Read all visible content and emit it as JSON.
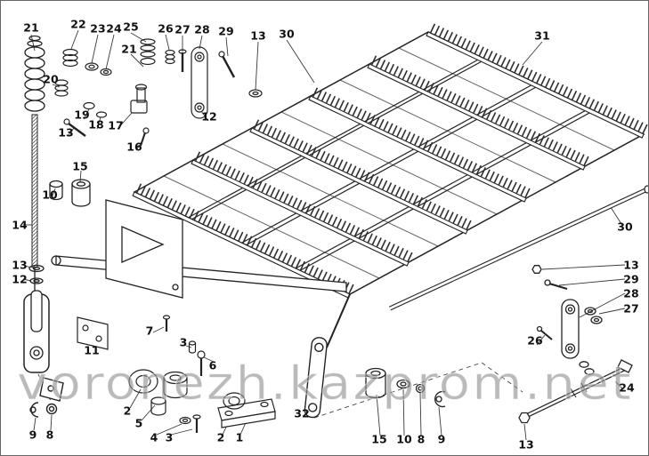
{
  "diagram": {
    "watermark": "voronezh.kazprom.net",
    "colors": {
      "line": "#222222",
      "watermark": "#8f8f8f",
      "background": "#ffffff"
    },
    "callouts": {
      "n21_top": "21",
      "n22": "22",
      "n23": "23",
      "n24_top": "24",
      "n25": "25",
      "n26_top": "26",
      "n27_top": "27",
      "n28_top": "28",
      "n29_top": "29",
      "n13_top": "13",
      "n30_top": "30",
      "n31": "31",
      "n20": "20",
      "n21_mid": "21",
      "n19": "19",
      "n18": "18",
      "n13_bolt": "13",
      "n17": "17",
      "n16": "16",
      "n12_link": "12",
      "n15_left": "15",
      "n10_left": "10",
      "n14": "14",
      "n13_rod": "13",
      "n12_rod": "12",
      "n30_right": "30",
      "n13_right": "13",
      "n29_right": "29",
      "n28_right": "28",
      "n27_right": "27",
      "n26_right": "26",
      "n24_right": "24",
      "n13_br": "13",
      "n7": "7",
      "n3_mid": "3",
      "n6": "6",
      "n11": "11",
      "n2_left": "2",
      "n5": "5",
      "n4": "4",
      "n3_bot": "3",
      "n2_bot": "2",
      "n1": "1",
      "n32": "32",
      "n15_bot": "15",
      "n10_bot": "10",
      "n8_bot": "8",
      "n9_bot": "9",
      "n9_left": "9",
      "n8_left": "8"
    }
  }
}
